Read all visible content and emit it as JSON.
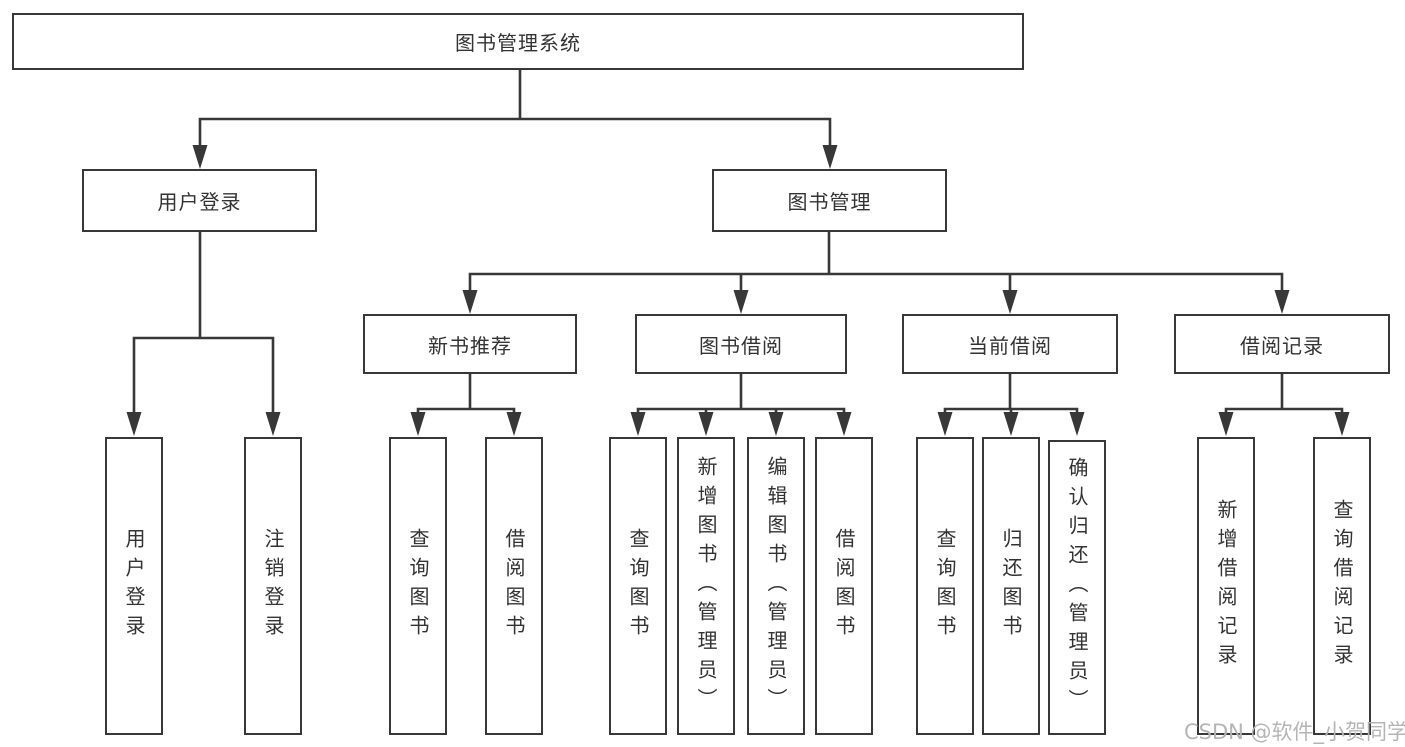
{
  "colors": {
    "line": "#383838",
    "text": "#333333",
    "watermark": "#b5b5b5",
    "background": "#ffffff"
  },
  "tree": {
    "root": {
      "label": "图书管理系统"
    },
    "children": [
      {
        "label": "用户登录",
        "children": [
          {
            "label": "用户登录"
          },
          {
            "label": "注销登录"
          }
        ]
      },
      {
        "label": "图书管理",
        "children": [
          {
            "label": "新书推荐",
            "children": [
              {
                "label": "查询图书"
              },
              {
                "label": "借阅图书"
              }
            ]
          },
          {
            "label": "图书借阅",
            "children": [
              {
                "label": "查询图书"
              },
              {
                "label": "新增图书（管理员）"
              },
              {
                "label": "编辑图书（管理员）"
              },
              {
                "label": "借阅图书"
              }
            ]
          },
          {
            "label": "当前借阅",
            "children": [
              {
                "label": "查询图书"
              },
              {
                "label": "归还图书"
              },
              {
                "label": "确认归还（管理员）"
              }
            ]
          },
          {
            "label": "借阅记录",
            "children": [
              {
                "label": "新增借阅记录"
              },
              {
                "label": "查询借阅记录"
              }
            ]
          }
        ]
      }
    ]
  },
  "watermark": {
    "text": "CSDN @软件_小贺同学"
  }
}
